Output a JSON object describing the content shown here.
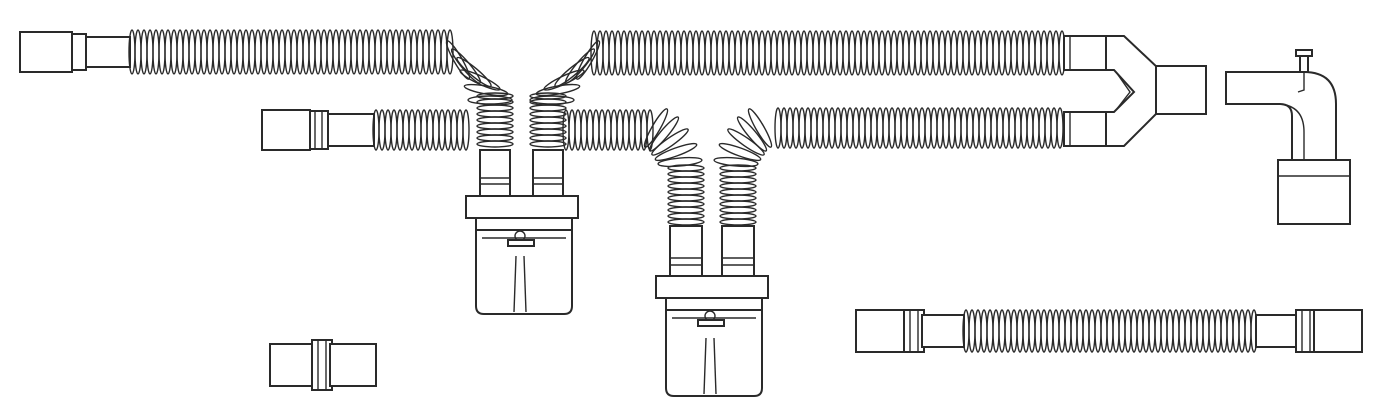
{
  "colors": {
    "stroke": "#2a2a2a",
    "background": "#ffffff"
  },
  "components": [
    {
      "id": "long-inspiratory-limb",
      "icon": "corrugated-tube"
    },
    {
      "id": "short-limb-with-water-trap-left",
      "icon": "corrugated-tube"
    },
    {
      "id": "water-trap-left",
      "icon": "water-trap"
    },
    {
      "id": "water-trap-right",
      "icon": "water-trap"
    },
    {
      "id": "y-piece-connector",
      "icon": "y-connector"
    },
    {
      "id": "elbow-connector-with-port",
      "icon": "elbow-connector"
    },
    {
      "id": "straight-connector",
      "icon": "straight-connector"
    },
    {
      "id": "extension-tube",
      "icon": "corrugated-tube"
    }
  ]
}
